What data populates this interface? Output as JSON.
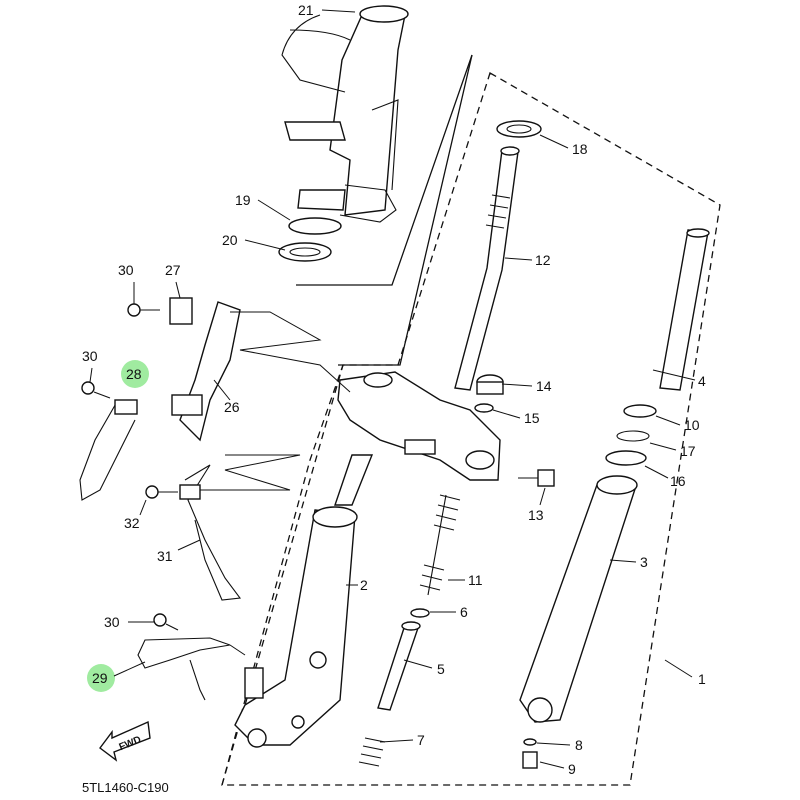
{
  "diagram": {
    "code": "5TL1460-C190",
    "forward_label": "FWD",
    "highlight_color": "#8fe88f",
    "callouts": {
      "c1": "1",
      "c2": "2",
      "c3": "3",
      "c4": "4",
      "c5": "5",
      "c6": "6",
      "c7": "7",
      "c8": "8",
      "c9": "9",
      "c10": "10",
      "c11": "11",
      "c12": "12",
      "c13": "13",
      "c14": "14",
      "c15": "15",
      "c16": "16",
      "c17": "17",
      "c18": "18",
      "c19": "19",
      "c20": "20",
      "c21": "21",
      "c26": "26",
      "c27": "27",
      "c28": "28",
      "c29": "29",
      "c30a": "30",
      "c30b": "30",
      "c30c": "30",
      "c31": "31",
      "c32": "32"
    }
  }
}
